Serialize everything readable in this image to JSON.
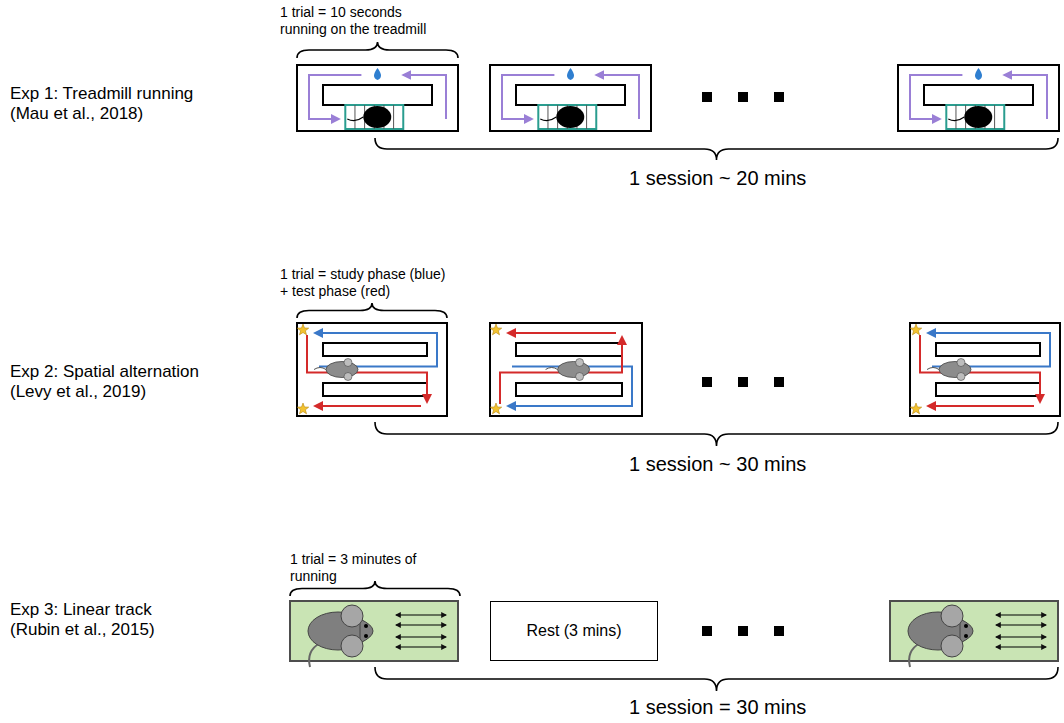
{
  "diagram": {
    "nodes": [
      {
        "text": [
          "Rest (3 mins)"
        ]
      }
    ],
    "labels": [
      "1 trial = 10 seconds running on the treadmill",
      "Exp 1: Treadmill running (Mau et al., 2018)",
      "1 session ~ 20 mins",
      "1 trial = study phase (blue) + test phase (red)",
      "Exp 2: Spatial alternation (Levy et al., 2019)",
      "1 session ~ 30 mins",
      "1 trial = 3 minutes of running",
      "Exp 3: Linear track (Rubin et al., 2015)",
      "1 session = 30 mins"
    ]
  }
}
